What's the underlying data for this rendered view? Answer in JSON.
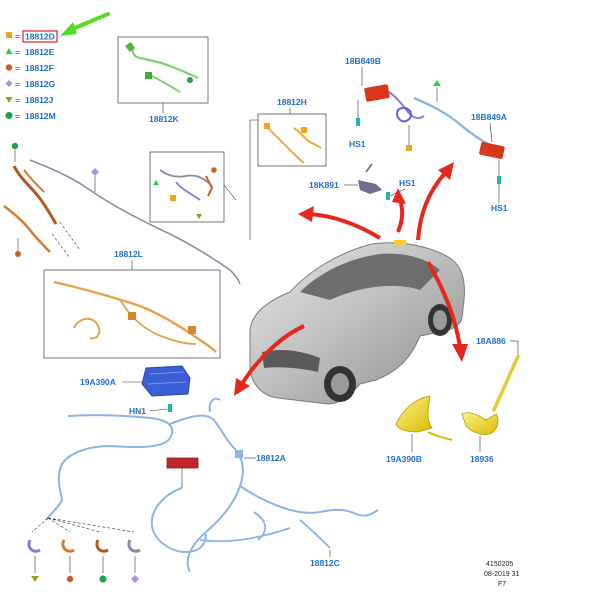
{
  "legend": [
    {
      "code": "18812D",
      "shape": "square",
      "color": "#f4a21a",
      "highlighted": true
    },
    {
      "code": "18812E",
      "shape": "triangle-up",
      "color": "#2ecc40"
    },
    {
      "code": "18812F",
      "shape": "circle",
      "color": "#c0632b"
    },
    {
      "code": "18812G",
      "shape": "diamond",
      "color": "#b08ee0"
    },
    {
      "code": "18812J",
      "shape": "triangle-down",
      "color": "#9c9a20"
    },
    {
      "code": "18812M",
      "shape": "circle",
      "color": "#1aa34a"
    }
  ],
  "equals_sign": "=",
  "labels": {
    "l18812K": "18812K",
    "l18812H": "18812H",
    "l18B849B": "18B849B",
    "l18B849A": "18B849A",
    "lHS1a": "HS1",
    "lHS1b": "HS1",
    "lHS1c": "HS1",
    "l18K891": "18K891",
    "l18812L": "18812L",
    "l19A390A": "19A390A",
    "lHN1": "HN1",
    "l18812A": "18812A",
    "l18812C": "18812C",
    "l18A886": "18A886",
    "l19A390B": "19A390B",
    "l18936": "18936"
  },
  "footer": {
    "ref": "4150205",
    "date": "08-2019 31",
    "sheet": "F7"
  },
  "colors": {
    "label_blue": "#1e6fd1",
    "arrow_red": "#e5281e",
    "pointer_green": "#55dd22",
    "harness_blue": "#8cb4e6",
    "harness_orange": "#e8a24a",
    "harness_green": "#7dd46a",
    "harness_purple": "#8c7ad8",
    "part_yellow": "#f5e03a",
    "module_blue": "#3a5fd6",
    "highlight_box": "#e51e2b"
  }
}
